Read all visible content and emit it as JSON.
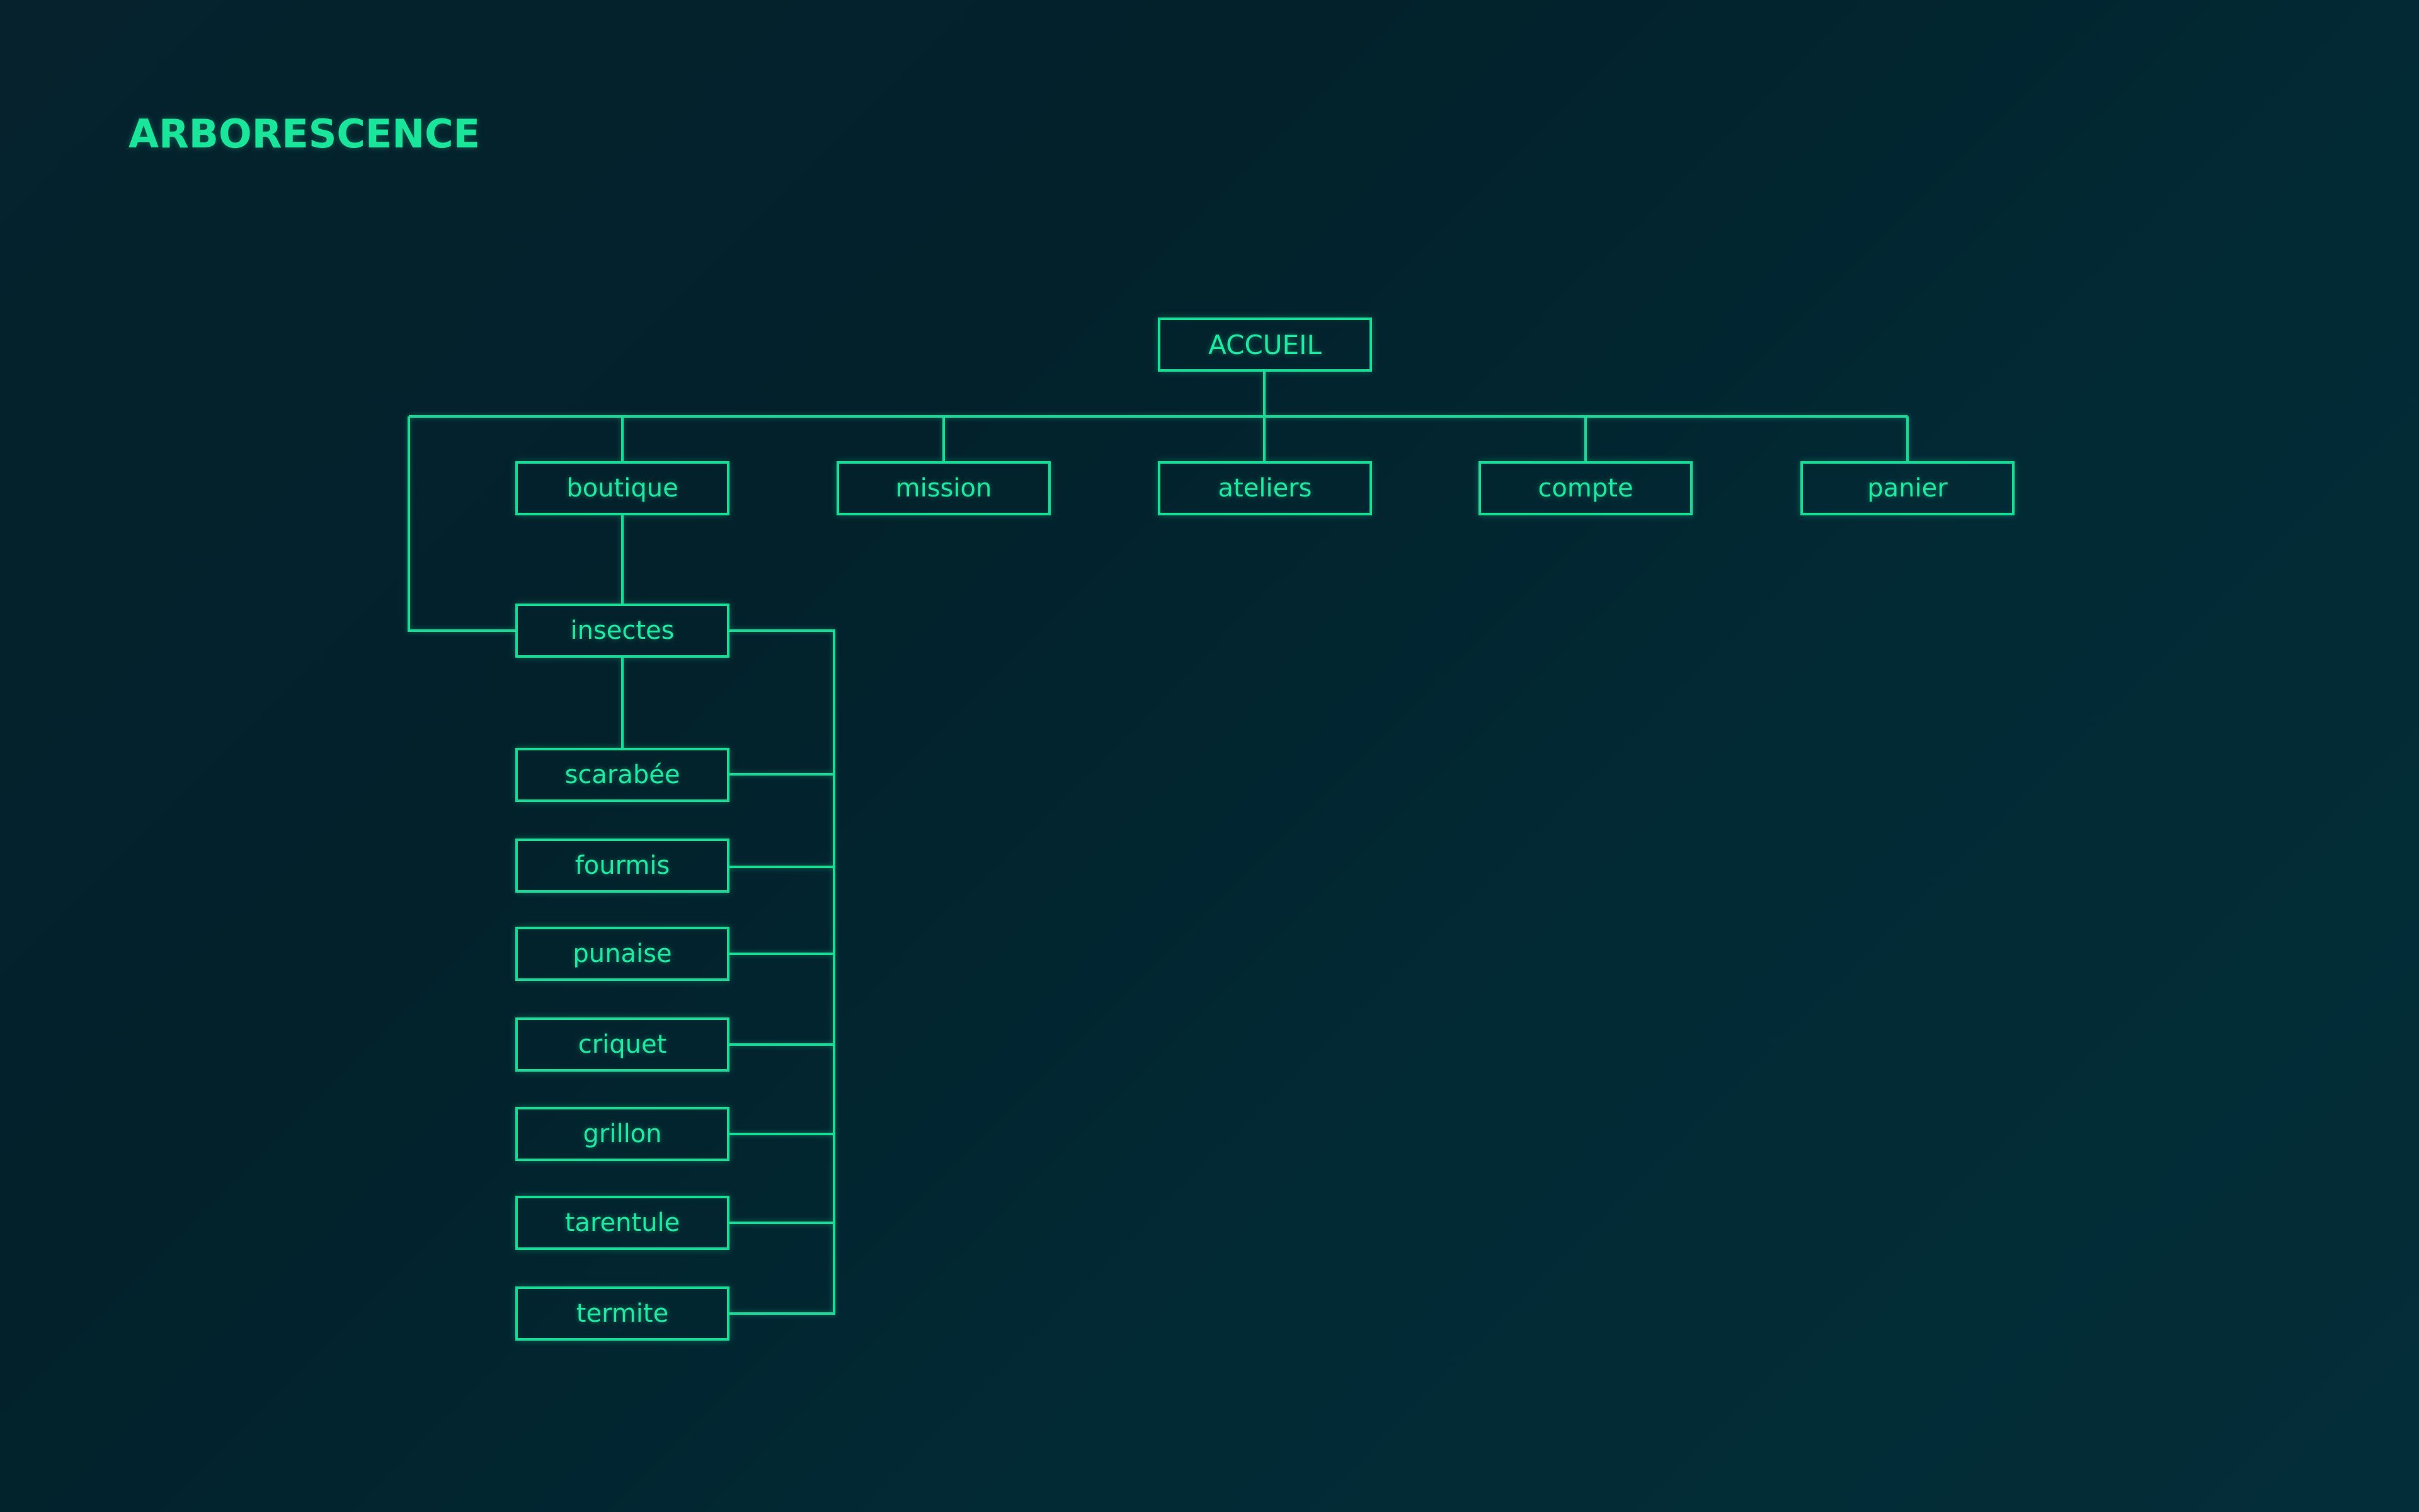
{
  "title": "ARBORESCENCE",
  "colors": {
    "accent": "#19e69a",
    "background": "#02232d"
  },
  "tree": {
    "root": "ACCUEIL",
    "level1": [
      "boutique",
      "mission",
      "ateliers",
      "compte",
      "panier"
    ],
    "boutique_child": "insectes",
    "insectes_children": [
      "scarabée",
      "fourmis",
      "punaise",
      "criquet",
      "grillon",
      "tarentule",
      "termite"
    ]
  }
}
